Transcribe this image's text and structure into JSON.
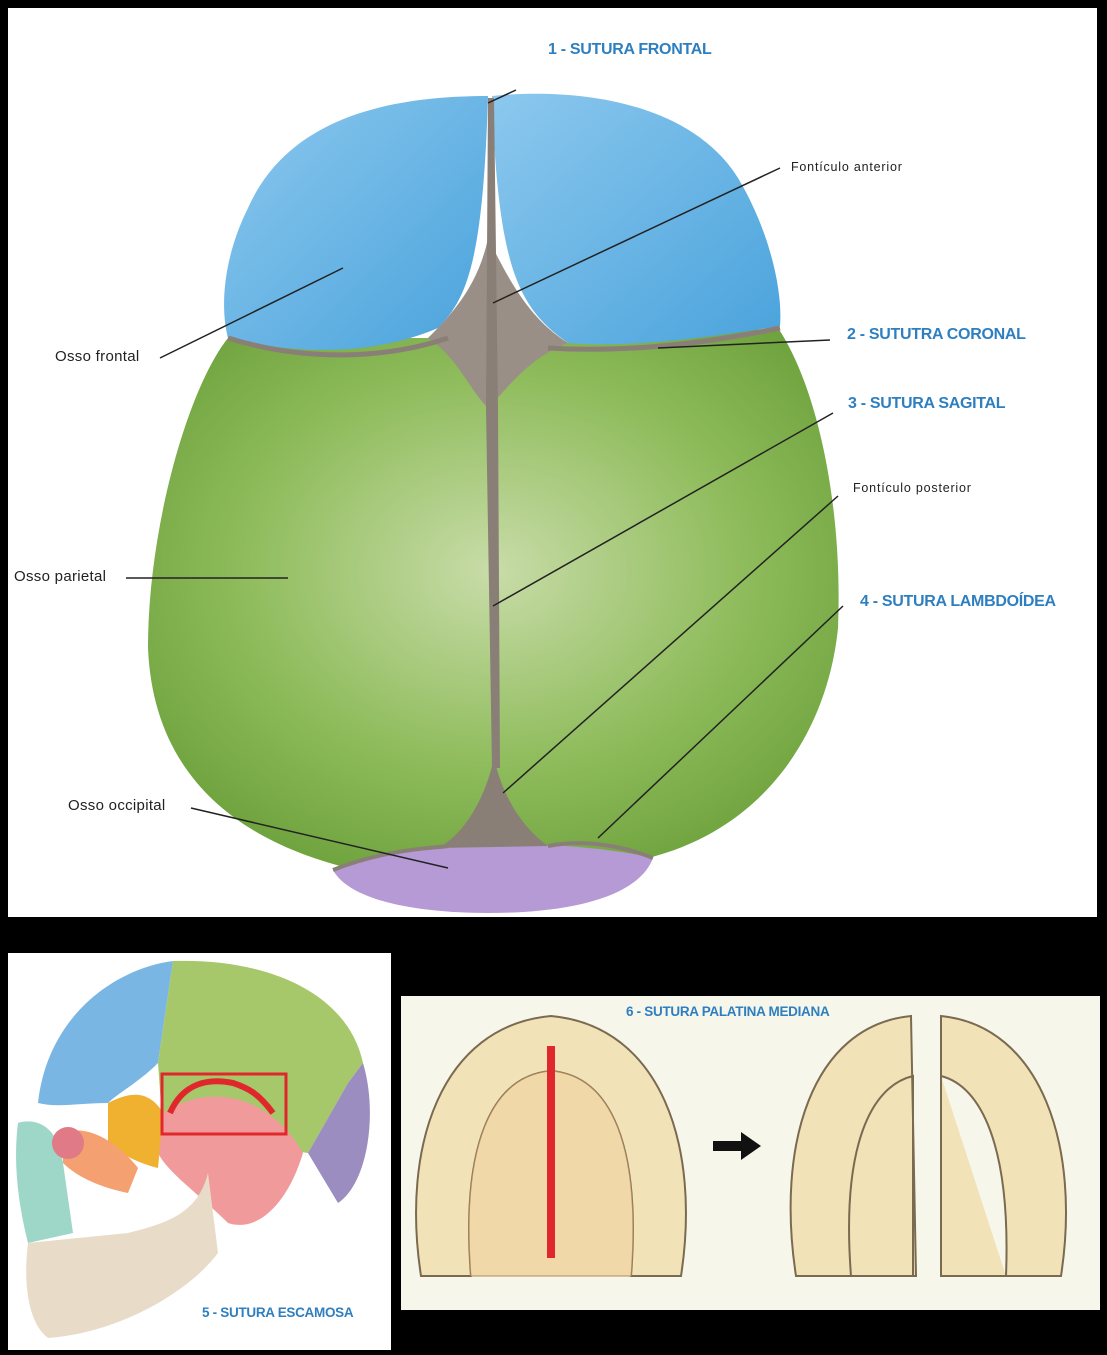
{
  "top_panel": {
    "sutures": {
      "frontal": "1 - SUTURA FRONTAL",
      "coronal": "2 - SUTUTRA CORONAL",
      "sagital": "3 -  SUTURA SAGITAL",
      "lambdoidea": "4 - SUTURA LAMBDOÍDEA"
    },
    "bones": {
      "frontal": "Osso frontal",
      "parietal": "Osso parietal",
      "occipital": "Osso occipital"
    },
    "fontanelles": {
      "anterior": "Fontículo anterior",
      "posterior": "Fontículo posterior"
    }
  },
  "bottom_left": {
    "label": "5 - SUTURA ESCAMOSA"
  },
  "bottom_right": {
    "label": "6 - SUTURA PALATINA MEDIANA"
  },
  "colors": {
    "frontal": "#6cb4e4",
    "parietal": "#8dbb5a",
    "occipital": "#b59ad6",
    "suture_label": "#2e7fc0",
    "highlight": "#e0282c"
  }
}
